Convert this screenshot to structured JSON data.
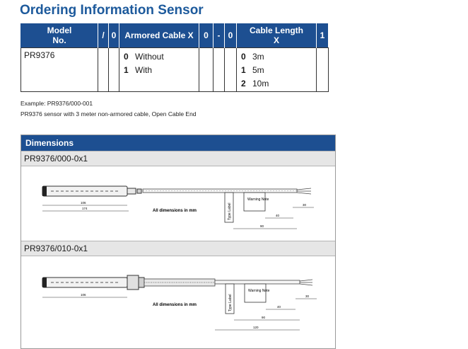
{
  "title": "Ordering Information Sensor",
  "order_table": {
    "headers": [
      "Model No.",
      "/",
      "0",
      "Armored Cable X",
      "0",
      "-",
      "0",
      "Cable Length X",
      "1"
    ],
    "model": "PR9376",
    "armored_options": [
      {
        "code": "0",
        "label": "Without"
      },
      {
        "code": "1",
        "label": "With"
      }
    ],
    "length_options": [
      {
        "code": "0",
        "label": "3m"
      },
      {
        "code": "1",
        "label": "5m"
      },
      {
        "code": "2",
        "label": "10m"
      }
    ]
  },
  "example": {
    "line1": "Example: PR9376/000-001",
    "line2": "PR9376 sensor with 3 meter non-armored cable, Open Cable End"
  },
  "dimensions": {
    "heading": "Dimensions",
    "variants": [
      {
        "name": "PR9376/000-0x1",
        "all_dims": "All dimensions in mm",
        "type_label": "Type Label",
        "warning_note": "Warning Note",
        "body_length": "106",
        "overall_length": "174",
        "d40": "40",
        "d90": "90",
        "d30": "30"
      },
      {
        "name": "PR9376/010-0x1",
        "all_dims": "All dimensions in mm",
        "type_label": "Type Label",
        "warning_note": "Warning Note",
        "body_length": "106",
        "d40": "40",
        "d90": "90",
        "d30": "30",
        "d120": "120"
      }
    ]
  }
}
